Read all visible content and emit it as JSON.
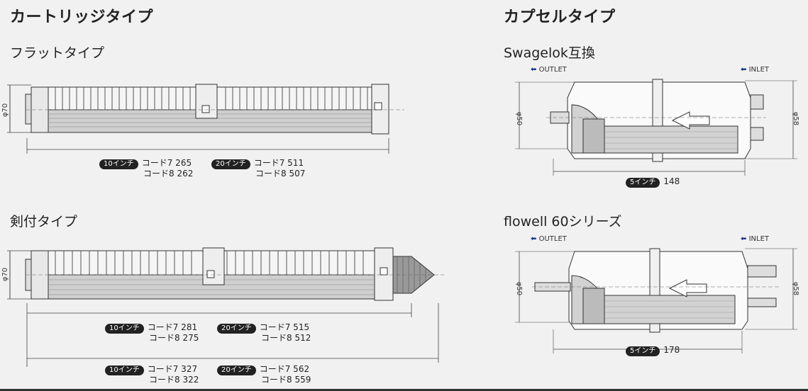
{
  "left": {
    "heading": "カートリッジタイプ",
    "flat": {
      "title": "フラットタイプ",
      "dia": "φ70",
      "spec10": {
        "badge": "10インチ",
        "l1": "コード7 265",
        "l2": "コード8 262"
      },
      "spec20": {
        "badge": "20インチ",
        "l1": "コード7 511",
        "l2": "コード8 507"
      }
    },
    "sword": {
      "title": "剣付タイプ",
      "dia": "φ70",
      "specA10": {
        "badge": "10インチ",
        "l1": "コード7 281",
        "l2": "コード8 275"
      },
      "specA20": {
        "badge": "20インチ",
        "l1": "コード7 515",
        "l2": "コード8 512"
      },
      "specB10": {
        "badge": "10インチ",
        "l1": "コード7 327",
        "l2": "コード8 322"
      },
      "specB20": {
        "badge": "20インチ",
        "l1": "コード7 562",
        "l2": "コード8 559"
      }
    }
  },
  "right": {
    "heading": "カプセルタイプ",
    "swagelok": {
      "title": "Swagelok互換",
      "outlet": "OUTLET",
      "inlet": "INLET",
      "dia_left": "φ50",
      "dia_right": "φ58",
      "badge": "5インチ",
      "length": "148"
    },
    "flowell": {
      "title": "flowell 60シリーズ",
      "outlet": "OUTLET",
      "inlet": "INLET",
      "dia_left": "φ50",
      "dia_right": "φ58",
      "badge": "5インチ",
      "length": "178"
    }
  },
  "icons": {
    "arrow": "left-arrow-icon"
  }
}
